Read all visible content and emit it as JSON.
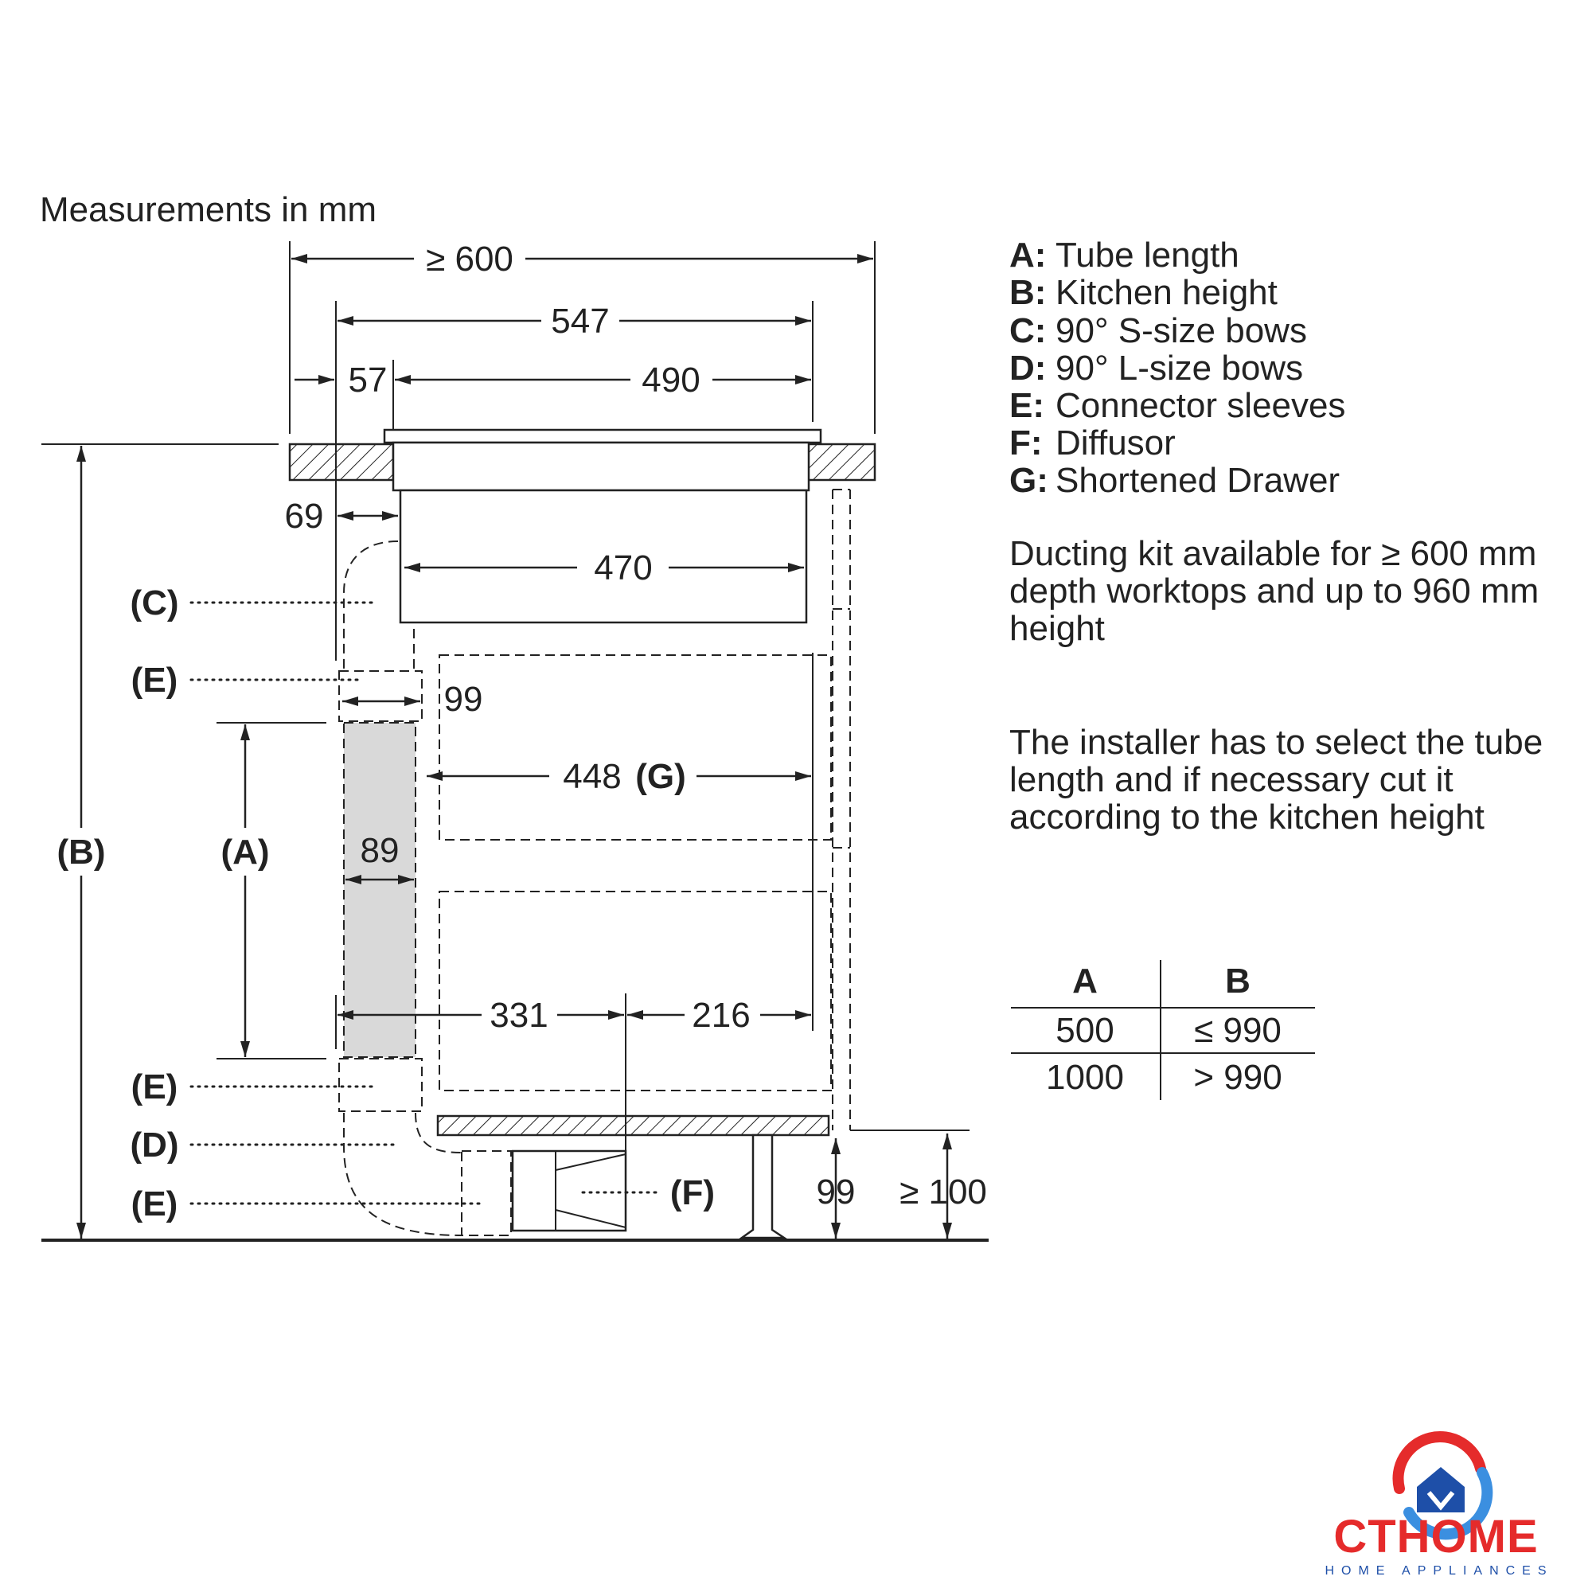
{
  "title": "Measurements in mm",
  "legend": [
    {
      "key": "A:",
      "text": "Tube length"
    },
    {
      "key": "B:",
      "text": "Kitchen height"
    },
    {
      "key": "C:",
      "text": "90° S-size bows"
    },
    {
      "key": "D:",
      "text": "90° L-size bows"
    },
    {
      "key": "E:",
      "text": "Connector sleeves"
    },
    {
      "key": "F:",
      "text": "Diffusor"
    },
    {
      "key": "G:",
      "text": "Shortened Drawer"
    }
  ],
  "notes": {
    "ducting": [
      "Ducting kit available for ≥ 600 mm",
      "depth worktops and up to 960 mm",
      "height"
    ],
    "installer": [
      "The installer has to select the tube",
      "length and if necessary cut it",
      "according to the kitchen height"
    ]
  },
  "table": {
    "headers": [
      "A",
      "B"
    ],
    "rows": [
      [
        "500",
        "≤ 990"
      ],
      [
        "1000",
        "> 990"
      ]
    ]
  },
  "dimensions": {
    "d600": "≥ 600",
    "d547": "547",
    "d57": "57",
    "d490": "490",
    "d69": "69",
    "d470": "470",
    "d99top": "99",
    "d448": "448",
    "d448g": "(G)",
    "d89": "89",
    "d331": "331",
    "d216": "216",
    "d99bottom": "99",
    "d100": "≥ 100"
  },
  "labels": {
    "B": "(B)",
    "A": "(A)",
    "C": "(C)",
    "E1": "(E)",
    "E2": "(E)",
    "D": "(D)",
    "E3": "(E)",
    "F": "(F)"
  },
  "logo": {
    "brand": "CTHOME",
    "tagline": "HOME APPLIANCES",
    "colors": {
      "red": "#e52b2b",
      "blue": "#1e4fa8",
      "light_blue": "#3b8fe0"
    }
  }
}
